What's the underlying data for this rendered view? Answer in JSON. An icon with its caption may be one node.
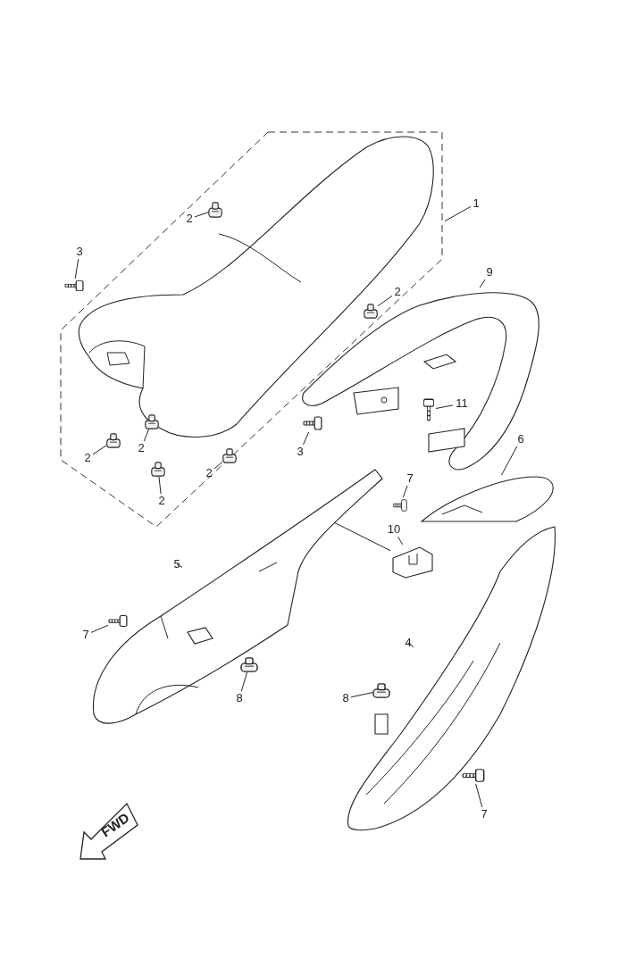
{
  "diagram": {
    "nodes": [
      {
        "text": [
          "1"
        ]
      },
      {
        "text": [],
        "shape": "box"
      },
      {
        "text": [],
        "shape": "picture",
        "in": 1
      },
      {
        "text": [
          "2"
        ],
        "in": 1
      },
      {
        "text": [],
        "shape": "cylinder",
        "in": 1
      },
      {
        "text": [
          "3"
        ]
      },
      {
        "text": [],
        "shape": "picture"
      },
      {
        "text": [
          "2"
        ],
        "in": 1
      },
      {
        "text": [],
        "shape": "cylinder",
        "in": 1
      },
      {
        "text": [
          "9"
        ]
      },
      {
        "text": [],
        "shape": "picture"
      },
      {
        "text": [
          "11"
        ]
      },
      {
        "text": [],
        "shape": "picture"
      },
      {
        "text": [],
        "shape": "cylinder",
        "in": 1
      },
      {
        "text": [],
        "shape": "cylinder",
        "in": 1
      },
      {
        "text": [],
        "shape": "cylinder",
        "in": 1
      },
      {
        "text": [],
        "shape": "picture"
      },
      {
        "text": [
          "2"
        ],
        "in": 1
      },
      {
        "text": [
          "2"
        ],
        "in": 1
      },
      {
        "text": [
          "3"
        ]
      },
      {
        "text": [
          "2"
        ],
        "in": 1
      },
      {
        "text": [],
        "shape": "cylinder",
        "in": 1
      },
      {
        "text": [
          "2"
        ],
        "in": 1
      },
      {
        "text": [
          "6"
        ]
      },
      {
        "text": [],
        "shape": "picture"
      },
      {
        "text": [
          "7"
        ]
      },
      {
        "text": [],
        "shape": "picture"
      },
      {
        "text": [
          "10"
        ]
      },
      {
        "text": [],
        "shape": "picture"
      },
      {
        "text": [
          "5"
        ]
      },
      {
        "text": [],
        "shape": "picture"
      },
      {
        "text": [
          "7"
        ]
      },
      {
        "text": [],
        "shape": "picture"
      },
      {
        "text": [
          "4"
        ]
      },
      {
        "text": [],
        "shape": "picture"
      },
      {
        "text": [],
        "shape": "cylinder"
      },
      {
        "text": [
          "8"
        ]
      },
      {
        "text": [
          "8"
        ]
      },
      {
        "text": [],
        "shape": "cylinder"
      },
      {
        "text": [],
        "shape": "picture"
      },
      {
        "text": [
          "7"
        ]
      },
      {
        "text": [
          "FWD"
        ]
      }
    ],
    "edges": [
      {
        "from": 0,
        "to": 1,
        "arrow": "none"
      },
      {
        "from": 3,
        "to": 4,
        "arrow": "none"
      },
      {
        "from": 5,
        "to": 6,
        "arrow": "none"
      },
      {
        "from": 7,
        "to": 8,
        "arrow": "none"
      },
      {
        "from": 9,
        "to": 10,
        "arrow": "none"
      },
      {
        "from": 11,
        "to": 12,
        "arrow": "none"
      },
      {
        "from": 17,
        "to": 14,
        "arrow": "none"
      },
      {
        "from": 18,
        "to": 13,
        "arrow": "none"
      },
      {
        "from": 19,
        "to": 16,
        "arrow": "none"
      },
      {
        "from": 20,
        "to": 15,
        "arrow": "none"
      },
      {
        "from": 22,
        "to": 21,
        "arrow": "none"
      },
      {
        "from": 23,
        "to": 24,
        "arrow": "none"
      },
      {
        "from": 25,
        "to": 26,
        "arrow": "none"
      },
      {
        "from": 27,
        "to": 28,
        "arrow": "none"
      },
      {
        "from": 29,
        "to": 30,
        "arrow": "none"
      },
      {
        "from": 31,
        "to": 32,
        "arrow": "none"
      },
      {
        "from": 33,
        "to": 34,
        "arrow": "none"
      },
      {
        "from": 36,
        "to": 35,
        "arrow": "none"
      },
      {
        "from": 37,
        "to": 38,
        "arrow": "none"
      },
      {
        "from": 40,
        "to": 39,
        "arrow": "none"
      },
      {
        "from": 30,
        "to": 28,
        "arrow": "none"
      }
    ]
  }
}
